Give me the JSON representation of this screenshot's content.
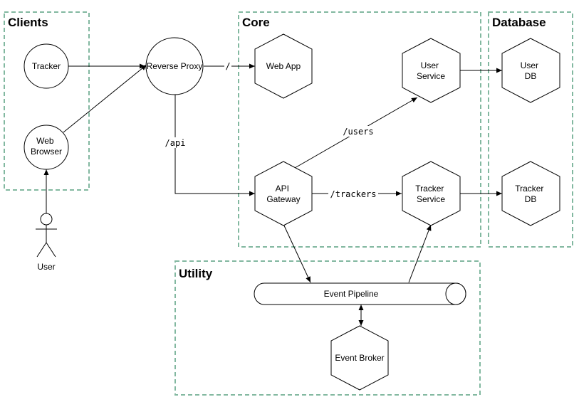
{
  "groups": {
    "clients": "Clients",
    "core": "Core",
    "database": "Database",
    "utility": "Utility"
  },
  "nodes": {
    "tracker": "Tracker",
    "web_browser": [
      "Web",
      "Browser"
    ],
    "user": "User",
    "reverse_proxy": "Reverse Proxy",
    "web_app": "Web App",
    "user_service": [
      "User",
      "Service"
    ],
    "api_gateway": [
      "API",
      "Gateway"
    ],
    "tracker_service": [
      "Tracker",
      "Service"
    ],
    "user_db": [
      "User",
      "DB"
    ],
    "tracker_db": [
      "Tracker",
      "DB"
    ],
    "event_pipeline": "Event Pipeline",
    "event_broker": "Event Broker"
  },
  "edges": {
    "root": "/",
    "api": "/api",
    "users": "/users",
    "trackers": "/trackers"
  }
}
